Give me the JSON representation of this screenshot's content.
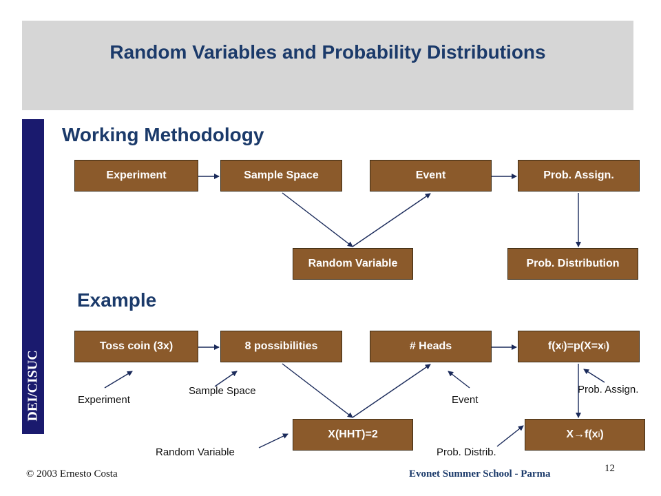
{
  "slide": {
    "title": "Random Variables and Probability Distributions",
    "side_label": "DEI/CISUC",
    "page_number": "12"
  },
  "methodology": {
    "heading": "Working Methodology",
    "boxes": {
      "experiment": "Experiment",
      "sample_space": "Sample Space",
      "event": "Event",
      "prob_assign": "Prob. Assign.",
      "random_variable": "Random Variable",
      "prob_distribution": "Prob. Distribution"
    }
  },
  "example": {
    "heading": "Example",
    "boxes": {
      "toss": "Toss coin (3x)",
      "possibilities": "8 possibilities",
      "heads": "# Heads",
      "fx_lead": "f(x",
      "fx_sub1": "i",
      "fx_mid": ")=p(X=x",
      "fx_sub2": "i",
      "fx_tail": ")",
      "xhht": "X(HHT)=2",
      "map_lead": "X",
      "map_arrow": "→",
      "map_mid": "f(x",
      "map_sub": "i",
      "map_tail": ")"
    },
    "labels": {
      "experiment": "Experiment",
      "sample_space": "Sample Space",
      "event": "Event",
      "prob_assign": "Prob. Assign.",
      "random_variable": "Random Variable",
      "prob_distrib": "Prob. Distrib."
    }
  },
  "footer": {
    "copyright": "© 2003 Ernesto Costa",
    "event_name": "Evonet Summer School - Parma"
  },
  "colors": {
    "box_fill": "#8b5a2b",
    "title_band": "#d6d6d6",
    "side_bar": "#1a1a6e",
    "heading": "#1b3a6a",
    "arrow": "#1a2a5a"
  }
}
